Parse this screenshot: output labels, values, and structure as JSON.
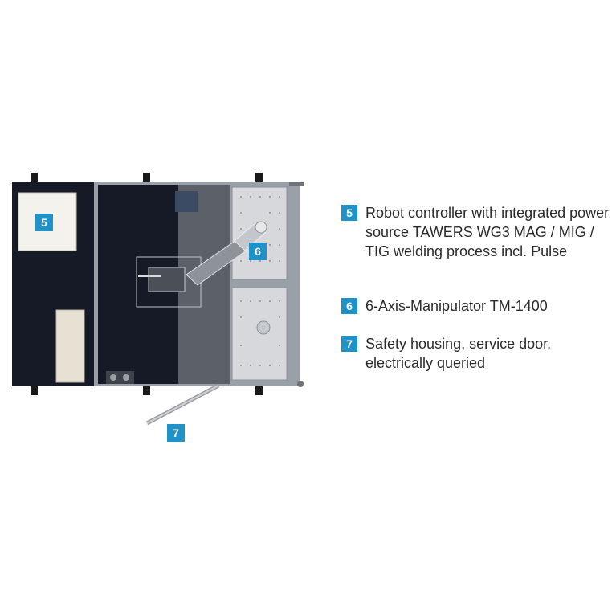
{
  "callouts": [
    {
      "num": "5",
      "text": "Robot controller with integrated power source TAWERS WG3 MAG / MIG / TIG welding process incl. Pulse"
    },
    {
      "num": "6",
      "text": "6-Axis-Manipulator TM-1400"
    },
    {
      "num": "7",
      "text": "Safety housing, service door, electrically queried"
    }
  ],
  "colors": {
    "accent": "#1f93c8",
    "panel_dark": "#151a26",
    "panel_grey": "#5c6068",
    "frame": "#9aa0a8",
    "plate": "#d6d8db",
    "cabinet": "#e6e1d2"
  }
}
